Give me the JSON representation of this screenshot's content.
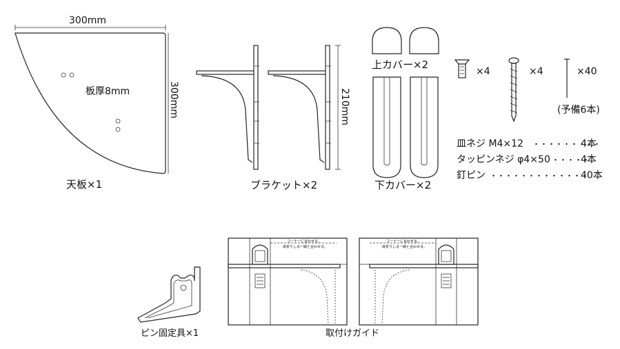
{
  "top_panel": {
    "board_width_dim": "300mm",
    "board_height_dim": "300mm",
    "board_thickness": "板厚8mm",
    "board_caption": "天板×1",
    "bracket_height_dim": "210mm",
    "bracket_caption": "ブラケット×2",
    "upper_cover_caption": "上カバー×2",
    "lower_cover_caption": "下カバー×2",
    "fastener_counts": [
      "×4",
      "×4",
      "×40"
    ],
    "pin_spare": "(予備6本)",
    "parts_list": [
      {
        "name": "皿ネジ M4×12",
        "leader": "・・・・・・・・・",
        "qty": "4本"
      },
      {
        "name": "タッピンネジ φ4×50",
        "leader": "・・・・・",
        "qty": "4本"
      },
      {
        "name": "釘ピン",
        "leader": "・・・・・・・・・・・・・",
        "qty": "40本"
      }
    ]
  },
  "bottom_panel": {
    "pin_tool_caption": "ピン固定具×1",
    "guide_caption": "取付けガイド",
    "guide_note_line1": "コーナーに合わせる。",
    "guide_note_line2": "目折りしる一線と合わせる。"
  }
}
